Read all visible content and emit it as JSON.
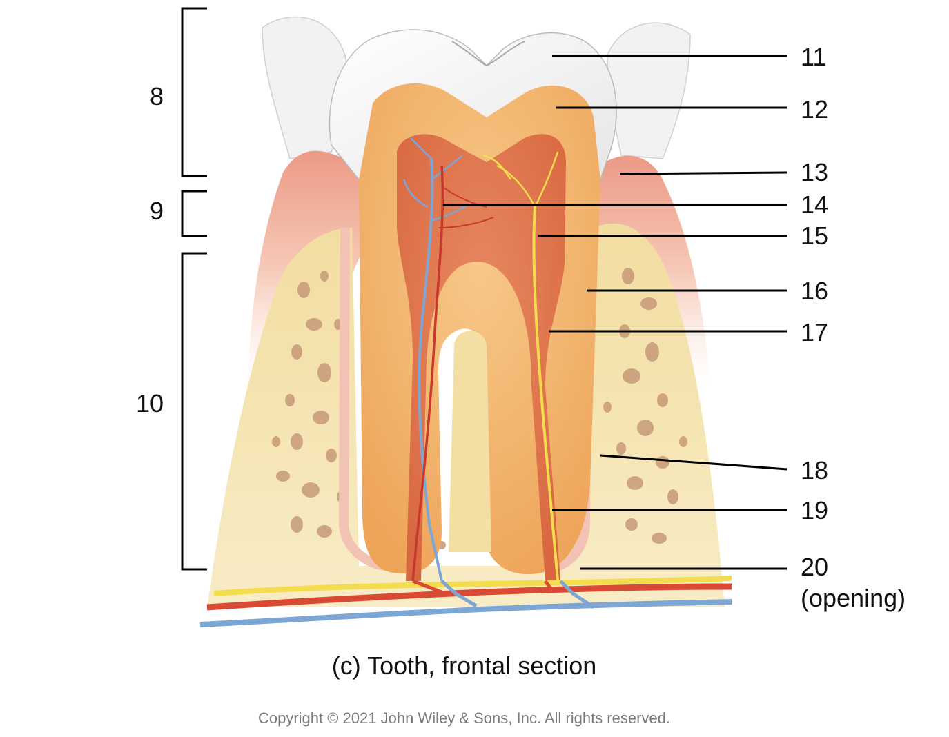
{
  "region_labels": {
    "crown": "8",
    "neck": "9",
    "root": "10"
  },
  "callouts": {
    "enamel": "11",
    "dentin": "12",
    "gingiva": "13",
    "pulp_cavity": "14",
    "pulp": "15",
    "cementum": "16",
    "root_canal": "17",
    "periodontal_ligament": "18",
    "nerve_and_vessels": "19",
    "apical_foramen_number": "20",
    "apical_foramen_note": "(opening)"
  },
  "caption": "(c)  Tooth, frontal section",
  "copyright": "Copyright © 2021 John Wiley & Sons, Inc. All rights reserved.",
  "colors": {
    "enamel": "#f4f4f4",
    "dentin": "#f2b86e",
    "pulp": "#df7a52",
    "gingiva": "#f0b0a0",
    "bone": "#f3dfa4",
    "bone_spots": "#c79a78",
    "artery": "#d94a35",
    "vein": "#7ea6d4",
    "nerve": "#f3dc4e",
    "leader_lines": "#000000"
  }
}
